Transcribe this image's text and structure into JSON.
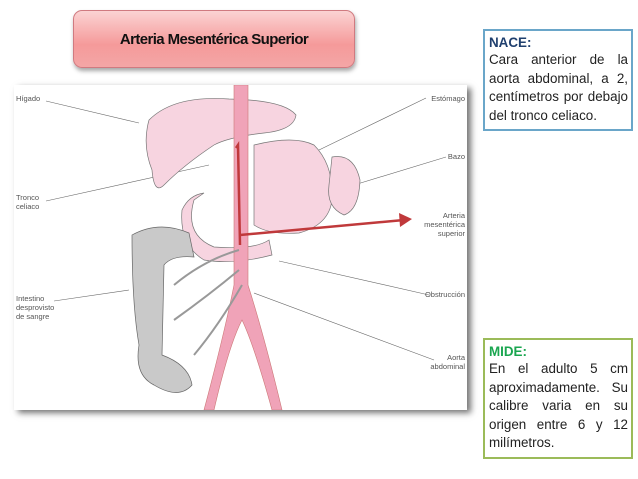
{
  "title": "Arteria Mesentérica Superior",
  "figure": {
    "labels": {
      "higado": "Hígado",
      "tronco": [
        "Tronco",
        "celiaco"
      ],
      "intestino": [
        "Intestino",
        "desprovisto",
        "de sangre"
      ],
      "estomago": "Estómago",
      "bazo": "Bazo",
      "arteria": [
        "Arteria",
        "mesentérica",
        "superior"
      ],
      "obstruccion": "Obstrucción",
      "aorta": [
        "Aorta",
        "abdominal"
      ]
    }
  },
  "nace": {
    "heading": "NACE:",
    "text": "Cara anterior de la aorta abdominal, a 2, centímetros por debajo del tronco celiaco."
  },
  "mide": {
    "heading": "MIDE:",
    "text": "En el adulto 5 cm aproximadamente. Su calibre varia en su origen entre 6 y 12 milímetros."
  },
  "colors": {
    "arrow": "#c0393b",
    "organ": "#f7d4e0",
    "artery": "#f0a3b8",
    "intestine": "#c9c9c9"
  }
}
